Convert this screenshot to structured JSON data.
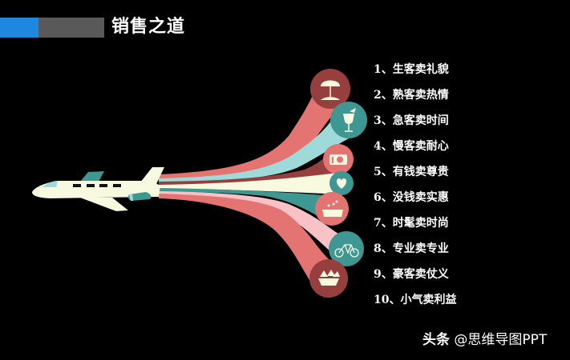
{
  "header": {
    "title": "销售之道",
    "accent_colors": {
      "blue": "#1E88E0",
      "gray": "#595959"
    }
  },
  "palette": {
    "dark_red": "#973F3F",
    "coral": "#E37472",
    "teal": "#3E9793",
    "light_teal": "#9EDADA",
    "cream": "#F7FADF",
    "light_pink": "#F8C2C6",
    "background": "#000000"
  },
  "stream_icons": [
    {
      "icon": "beach-umbrella-icon",
      "circle_color": "#973F3F"
    },
    {
      "icon": "cocktail-icon",
      "circle_color": "#3E9793"
    },
    {
      "icon": "camera-icon",
      "circle_color": "#E37472"
    },
    {
      "icon": "heart-icon",
      "circle_color": "#3E9793"
    },
    {
      "icon": "bathtub-icon",
      "circle_color": "#E37472"
    },
    {
      "icon": "bicycle-icon",
      "circle_color": "#3E9793"
    },
    {
      "icon": "food-bowl-icon",
      "circle_color": "#973F3F"
    }
  ],
  "list": {
    "items": [
      {
        "label": "1、生客卖礼貌"
      },
      {
        "label": "2、熟客卖热情"
      },
      {
        "label": "3、急客卖时间"
      },
      {
        "label": "4、慢客卖耐心"
      },
      {
        "label": "5、有钱卖尊贵"
      },
      {
        "label": "6、没钱卖实惠"
      },
      {
        "label": "7、时髦卖时尚"
      },
      {
        "label": "8、专业卖专业"
      },
      {
        "label": "9、豪客卖仗义"
      },
      {
        "label": "10、小气卖利益"
      }
    ]
  },
  "watermark": {
    "brand": "头条",
    "handle": "@思维导图PPT"
  }
}
